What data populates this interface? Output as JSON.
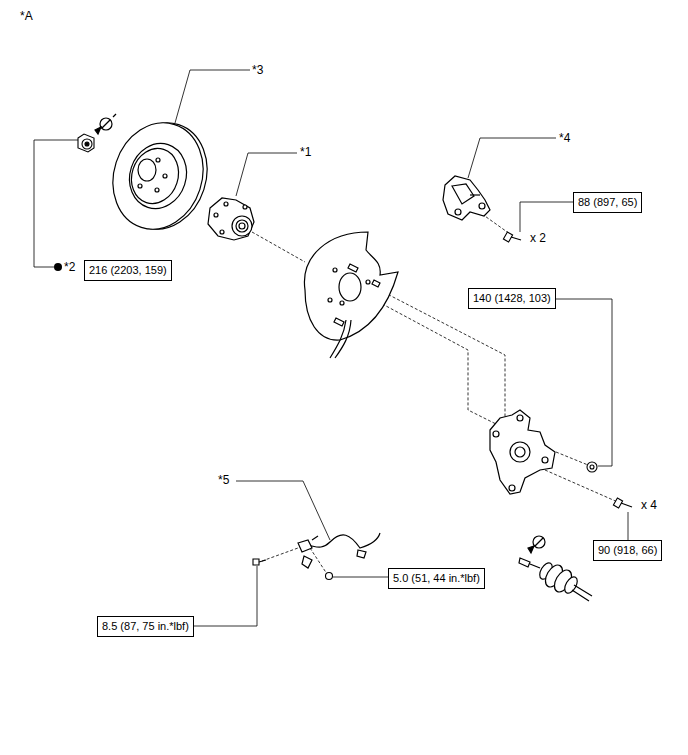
{
  "diagram": {
    "nodes": [
      {
        "text": [
          "88 (897, 65)"
        ]
      },
      {
        "text": [
          "216 (2203, 159)"
        ]
      },
      {
        "text": [
          "140 (1428, 103)"
        ]
      },
      {
        "text": [
          "90 (918, 66)"
        ]
      },
      {
        "text": [
          "5.0 (51, 44 in.*lbf)"
        ]
      },
      {
        "text": [
          "8.5 (87, 75 in.*lbf)"
        ]
      }
    ],
    "labels": [
      "*A",
      "*3",
      "*1",
      "*4",
      "x 2",
      "*2",
      "x 4",
      "*5"
    ]
  }
}
